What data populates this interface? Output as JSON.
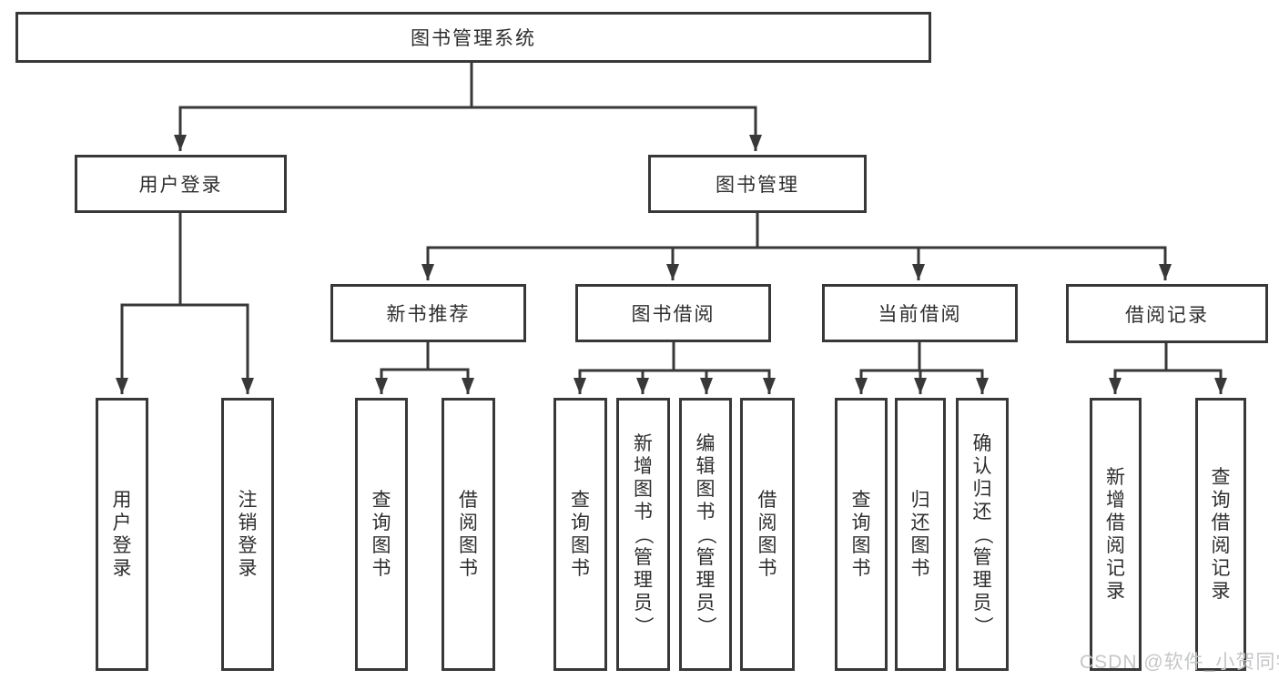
{
  "diagram": {
    "type": "hierarchy-tree",
    "root_label": "图书管理系统",
    "nodes": {
      "root": "图书管理系统",
      "l2_user_login": "用户登录",
      "l2_book_management": "图书管理",
      "l3_new_book_recommend": "新书推荐",
      "l3_book_borrowing": "图书借阅",
      "l3_current_borrowing": "当前借阅",
      "l3_borrowing_records": "借阅记录",
      "leaf_user_login": "用户登录",
      "leaf_logout": "注销登录",
      "leaf_nbr_query_books": "查询图书",
      "leaf_nbr_borrow_books": "借阅图书",
      "leaf_bb_query_books": "查询图书",
      "leaf_bb_add_books_admin": "新增图书（管理员）",
      "leaf_bb_edit_books_admin": "编辑图书（管理员）",
      "leaf_bb_borrow_books": "借阅图书",
      "leaf_cb_query_books": "查询图书",
      "leaf_cb_return_books": "归还图书",
      "leaf_cb_confirm_return_admin": "确认归还（管理员）",
      "leaf_br_add_record": "新增借阅记录",
      "leaf_br_query_record": "查询借阅记录"
    },
    "hierarchy": {
      "图书管理系统": {
        "用户登录": [
          "用户登录",
          "注销登录"
        ],
        "图书管理": {
          "新书推荐": [
            "查询图书",
            "借阅图书"
          ],
          "图书借阅": [
            "查询图书",
            "新增图书（管理员）",
            "编辑图书（管理员）",
            "借阅图书"
          ],
          "当前借阅": [
            "查询图书",
            "归还图书",
            "确认归还（管理员）"
          ],
          "借阅记录": [
            "新增借阅记录",
            "查询借阅记录"
          ]
        }
      }
    },
    "colors": {
      "line": "#383838",
      "box_border": "#383838",
      "text": "#2e2e2e",
      "background": "#ffffff",
      "watermark": "#c5c6c8"
    }
  },
  "watermark": {
    "text": "CSDN @软件_小贺同学"
  }
}
